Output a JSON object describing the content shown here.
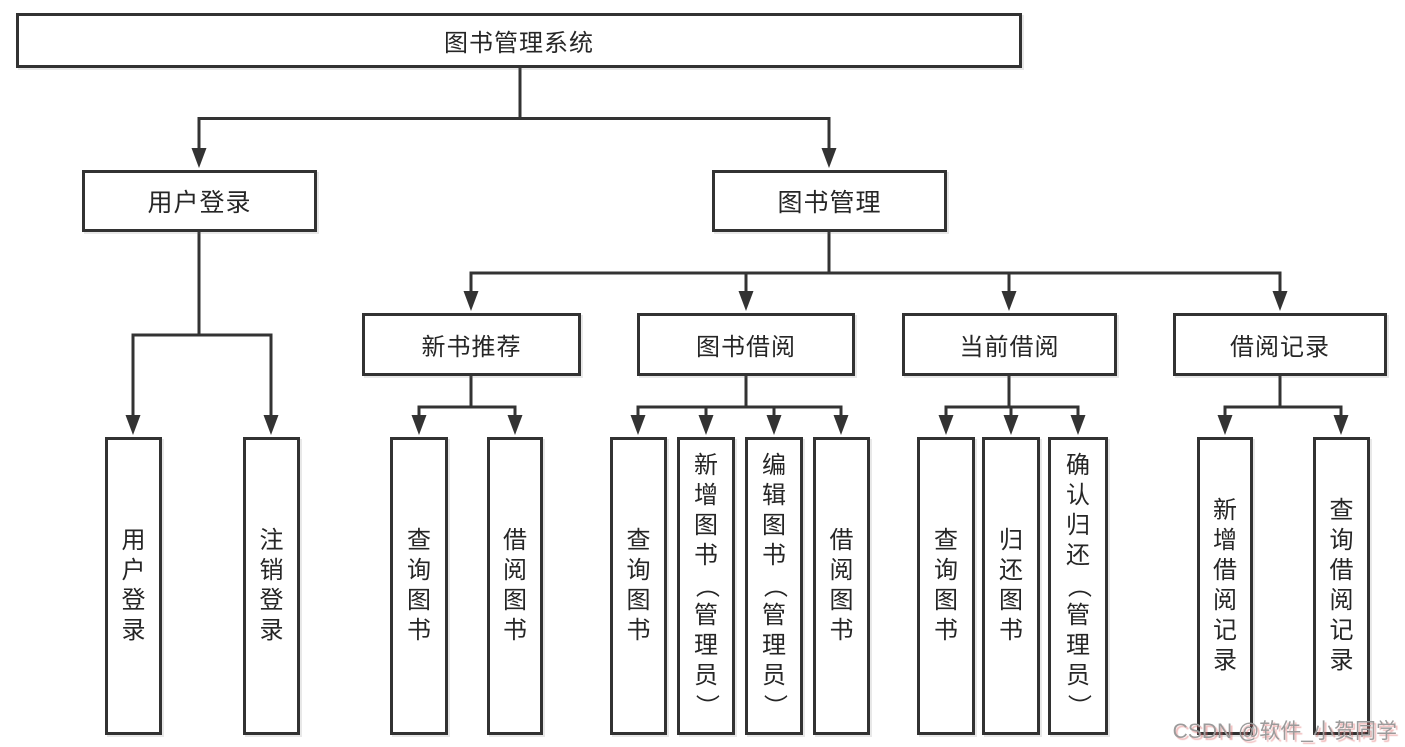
{
  "diagram": {
    "root": "图书管理系统",
    "branches": [
      {
        "label": "用户登录",
        "children": [
          {
            "label": "用户登录"
          },
          {
            "label": "注销登录"
          }
        ]
      },
      {
        "label": "图书管理",
        "children": [
          {
            "label": "新书推荐",
            "children": [
              {
                "label": "查询图书"
              },
              {
                "label": "借阅图书"
              }
            ]
          },
          {
            "label": "图书借阅",
            "children": [
              {
                "label": "查询图书"
              },
              {
                "label": "新增图书（管理员）"
              },
              {
                "label": "编辑图书（管理员）"
              },
              {
                "label": "借阅图书"
              }
            ]
          },
          {
            "label": "当前借阅",
            "children": [
              {
                "label": "查询图书"
              },
              {
                "label": "归还图书"
              },
              {
                "label": "确认归还（管理员）"
              }
            ]
          },
          {
            "label": "借阅记录",
            "children": [
              {
                "label": "新增借阅记录"
              },
              {
                "label": "查询借阅记录"
              }
            ]
          }
        ]
      }
    ]
  },
  "watermark": "CSDN @软件_小贺同学",
  "colors": {
    "line": "#333333",
    "box_border": "#323232",
    "text": "#262626",
    "background": "#ffffff",
    "watermark_text": "#9b9b9b",
    "watermark_shadow": "#de6969"
  }
}
